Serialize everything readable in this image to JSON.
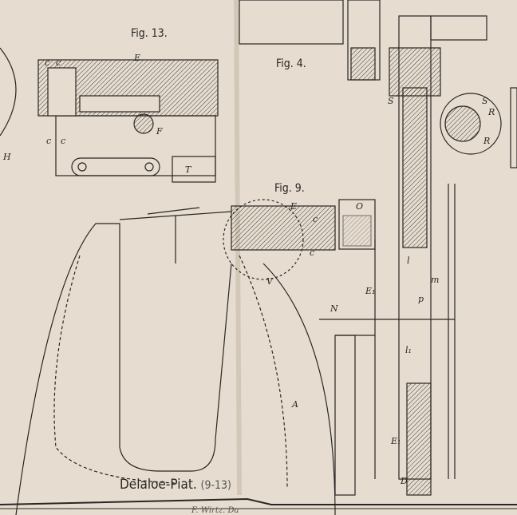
{
  "plate": {
    "figure_labels": [
      "Fig. 13.",
      "Fig. 4.",
      "Fig. 9."
    ],
    "title": "Delaloe-Piat.",
    "title_range": "(9-13)",
    "engraver": "F. Wirtz. Da",
    "part_letters": {
      "fig13": [
        "c",
        "c",
        "E",
        "c",
        "c",
        "F",
        "T",
        "H"
      ],
      "right": [
        "S",
        "S",
        "R",
        "R"
      ],
      "fig9": [
        "E",
        "c",
        "O",
        "c",
        "V",
        "E₁",
        "l",
        "m",
        "N",
        "p",
        "l₁",
        "A",
        "E₁",
        "D"
      ]
    }
  },
  "colors": {
    "paper": "#e6ddd0",
    "ink": "#2a2622"
  }
}
